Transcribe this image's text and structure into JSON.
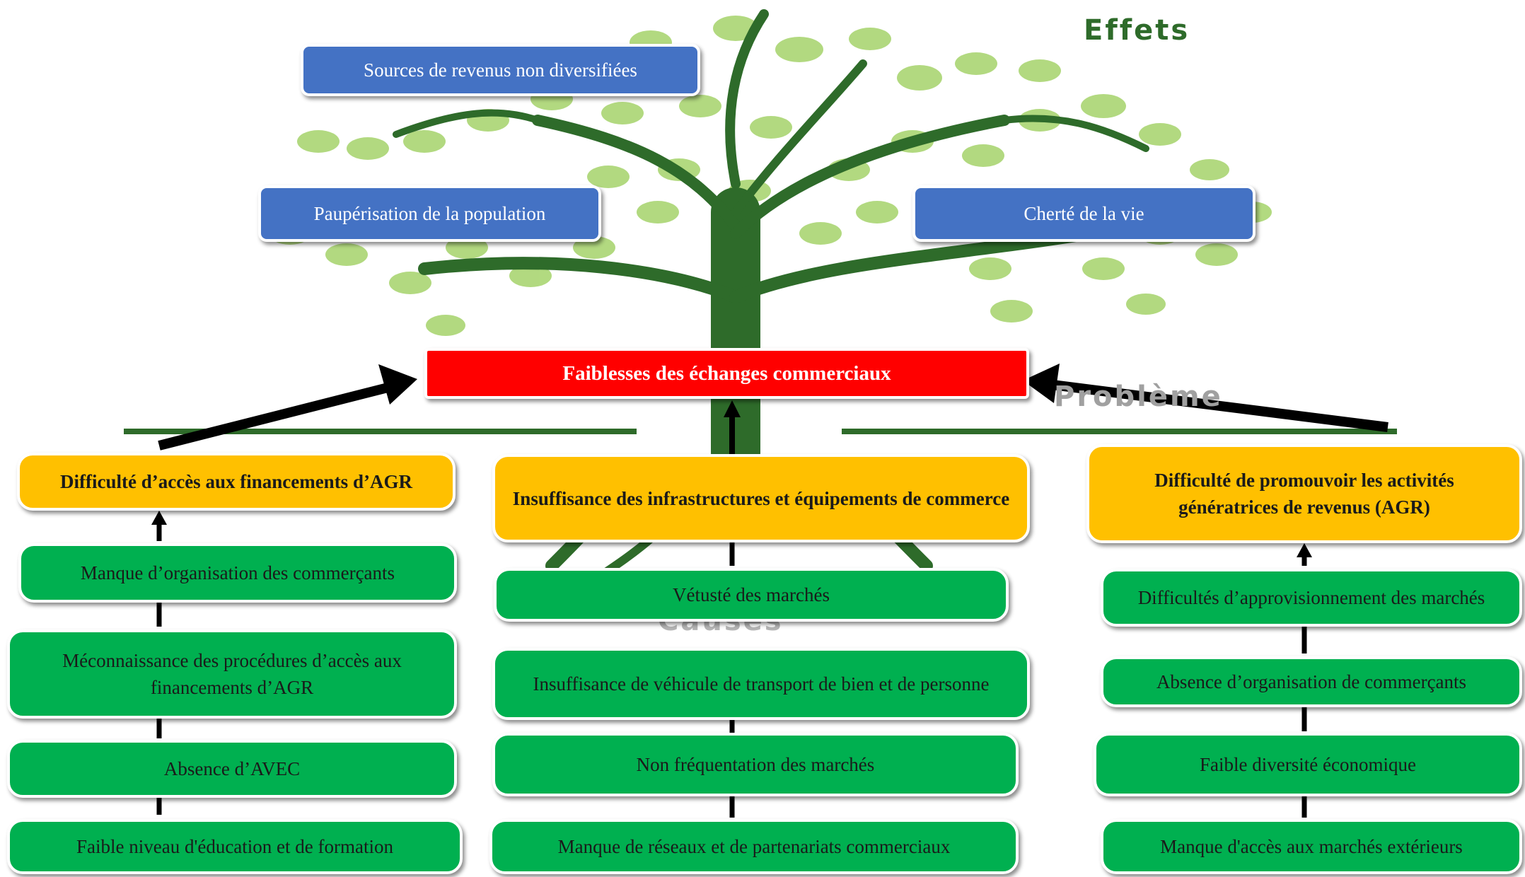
{
  "labels": {
    "effets": "Effets",
    "probleme": "Problème",
    "causes": "Causes"
  },
  "effects": {
    "revenus": "Sources de revenus non diversifiées",
    "pauperisation": "Paupérisation de la population",
    "cherte": "Cherté de la vie"
  },
  "problem": "Faiblesses des échanges commerciaux",
  "causes": {
    "left": {
      "heading_bold": "Difficulté d’accès aux financements",
      "heading_rest": " d’AGR",
      "items": [
        "Manque d’organisation des commerçants",
        "Méconnaissance des procédures d’accès aux financements d’AGR",
        "Absence d’AVEC",
        "Faible niveau d'éducation et de formation"
      ]
    },
    "center": {
      "heading": "Insuffisance des infrastructures et équipements de commerce",
      "items": [
        "Vétusté des marchés",
        "Insuffisance de véhicule de transport de bien et de personne",
        "Non fréquentation des marchés",
        "Manque de réseaux et de partenariats commerciaux"
      ]
    },
    "right": {
      "heading": "Difficulté de promouvoir les activités génératrices de revenus (AGR)",
      "items": [
        "Difficultés d’approvisionnement des marchés",
        "Absence d’organisation de commerçants",
        "Faible diversité économique",
        "Manque d'accès aux marchés extérieurs"
      ]
    }
  },
  "colors": {
    "effect": "#4472c4",
    "problem": "#ff0000",
    "cause_heading": "#ffc000",
    "cause_item": "#00b050",
    "foliage": "#8bc34a",
    "trunk": "#2e6b2a"
  }
}
